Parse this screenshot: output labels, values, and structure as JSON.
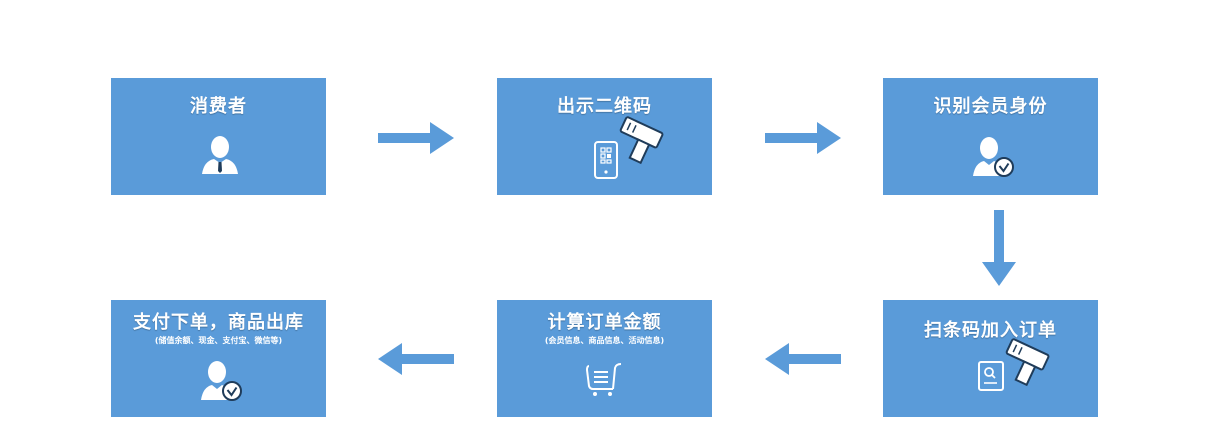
{
  "colors": {
    "box": "#5a9bd9",
    "arrow": "#5a9bd9",
    "text": "#ffffff"
  },
  "steps": [
    {
      "title": "消费者",
      "icon": "person-icon"
    },
    {
      "title": "出示二维码",
      "icon": "phone-qr-scanner-icon"
    },
    {
      "title": "识别会员身份",
      "icon": "member-verified-icon"
    },
    {
      "title": "扫条码加入订单",
      "icon": "product-scanner-icon"
    },
    {
      "title": "计算订单金额",
      "subtitle": "(会员信息、商品信息、活动信息)",
      "icon": "cart-icon"
    },
    {
      "title": "支付下单，商品出库",
      "subtitle": "(储值余额、现金、支付宝、微信等)",
      "icon": "member-verified-icon"
    }
  ]
}
